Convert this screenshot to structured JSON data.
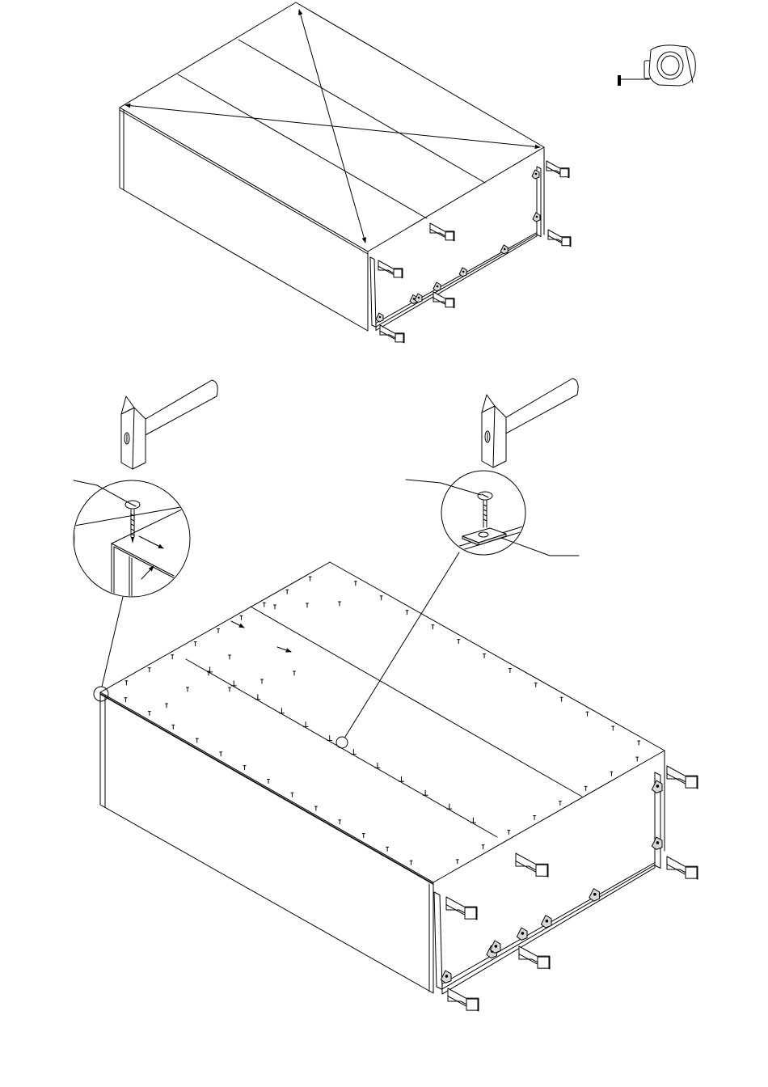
{
  "instruction": {
    "steps": [
      {
        "name": "measure-diagonals",
        "tool_icon": "tape-measure-icon"
      },
      {
        "name": "nail-back-panel",
        "tool_icon": "hammer-icon",
        "callouts": [
          "screw-edge-detail",
          "screw-plate-detail"
        ]
      }
    ]
  },
  "colors": {
    "line": "#000000",
    "background": "#ffffff"
  }
}
